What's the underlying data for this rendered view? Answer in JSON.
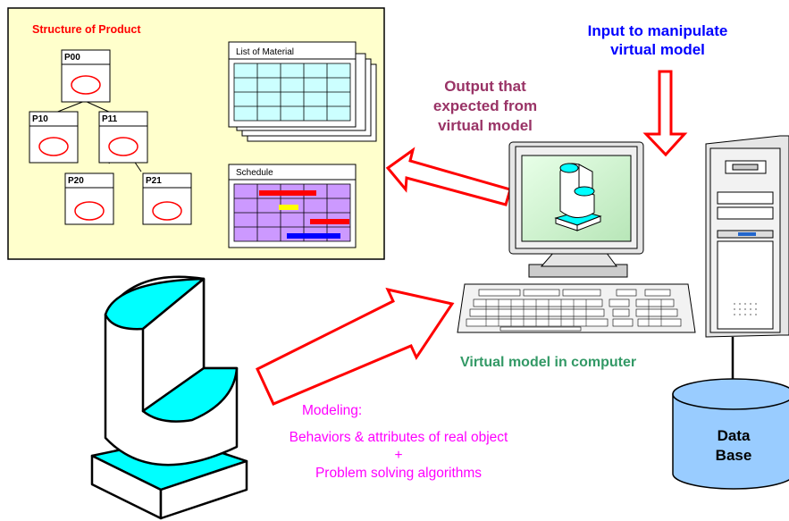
{
  "product_panel": {
    "title": "Structure of Product",
    "nodes": [
      "P00",
      "P10",
      "P11",
      "P20",
      "P21"
    ],
    "list_title": "List of Material",
    "schedule_title": "Schedule"
  },
  "labels": {
    "input": "Input to manipulate virtual model",
    "input_line1": "Input to manipulate",
    "input_line2": "virtual model",
    "output_line1": "Output that",
    "output_line2": "expected from",
    "output_line3": "virtual model",
    "virtual_model": "Virtual model in computer",
    "modeling_title": "Modeling:",
    "modeling_line1": "Behaviors & attributes of real object",
    "modeling_plus": "+",
    "modeling_line2": "Problem solving algorithms",
    "database_line1": "Data",
    "database_line2": "Base"
  },
  "colors": {
    "panel_bg": "#ffffcc",
    "title_red": "#ff0000",
    "input_blue": "#0000ff",
    "output_purple": "#993366",
    "virtual_green": "#339966",
    "modeling_magenta": "#ff00ff",
    "cyan": "#00ffff",
    "db_blue": "#99ccff"
  }
}
